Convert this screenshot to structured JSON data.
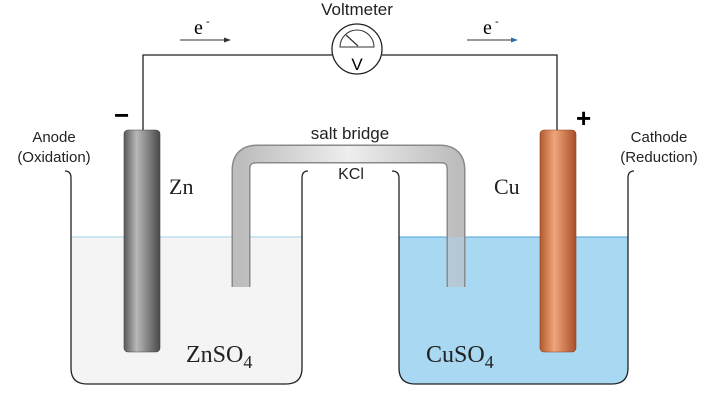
{
  "labels": {
    "voltmeter": "Voltmeter",
    "voltmeter_symbol": "V",
    "electron_left": "e",
    "electron_right": "e",
    "electron_sign": "-",
    "anode": "Anode",
    "anode_process": "(Oxidation)",
    "cathode": "Cathode",
    "cathode_process": "(Reduction)",
    "negative_sign": "−",
    "positive_sign": "+",
    "salt_bridge": "salt bridge",
    "salt_bridge_electrolyte": "KCl",
    "zinc_electrode": "Zn",
    "copper_electrode": "Cu",
    "zinc_solution": "ZnSO",
    "copper_solution": "CuSO",
    "subscript": "4"
  },
  "colors": {
    "zinc": "#7a7a7a",
    "copper": "#c8683a",
    "copper_solution": "#a9d8f2",
    "zinc_solution": "#f4f4f4",
    "salt_bridge": "#d4d4d4"
  }
}
